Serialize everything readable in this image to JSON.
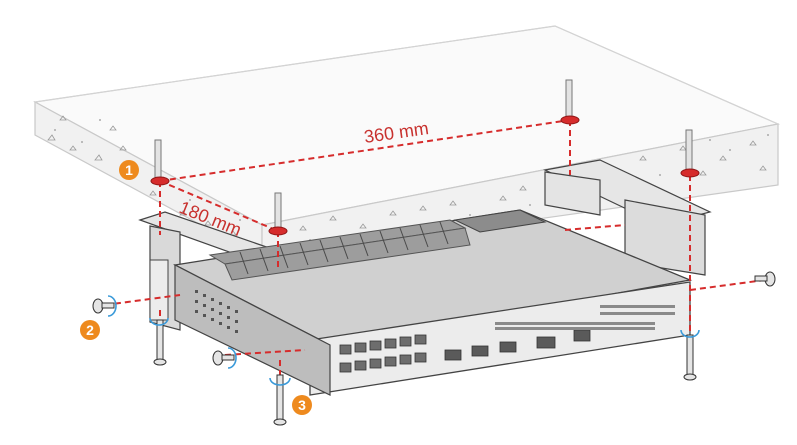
{
  "dimensions": {
    "length": "360 mm",
    "width": "180 mm"
  },
  "steps": [
    {
      "number": "1",
      "meaning": "mark drilling positions on the ceiling"
    },
    {
      "number": "2",
      "meaning": "fasten the mounting bracket to the device with screws"
    },
    {
      "number": "3",
      "meaning": "install expansion bolts through the bracket"
    }
  ],
  "colors": {
    "dimension_line": "#d62c2c",
    "step_badge": "#ee8a1e",
    "screw_highlight": "#3a9ad9",
    "outline": "#444444",
    "ceiling_fill": "#f4f4f4",
    "device_top": "#cfcfcf"
  }
}
